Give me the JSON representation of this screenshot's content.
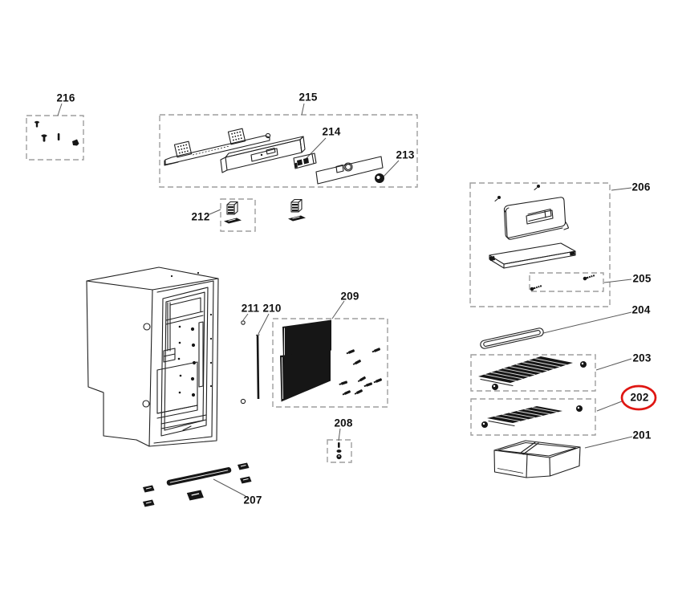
{
  "diagram": {
    "kind": "exploded-parts-diagram",
    "highlighted_callout": "202",
    "colors": {
      "line": "#1f1f1f",
      "dash_box": "#9e9e9e",
      "leader": "#5a5a5a",
      "highlight_ring": "#df1612",
      "part_fill": "#161616",
      "background": "#ffffff"
    },
    "callouts": {
      "p201": "201",
      "p202": "202",
      "p203": "203",
      "p204": "204",
      "p205": "205",
      "p206": "206",
      "p207": "207",
      "p208": "208",
      "p209": "209",
      "p210": "210",
      "p211": "211",
      "p212": "212",
      "p213": "213",
      "p214": "214",
      "p215": "215",
      "p216": "216"
    }
  }
}
